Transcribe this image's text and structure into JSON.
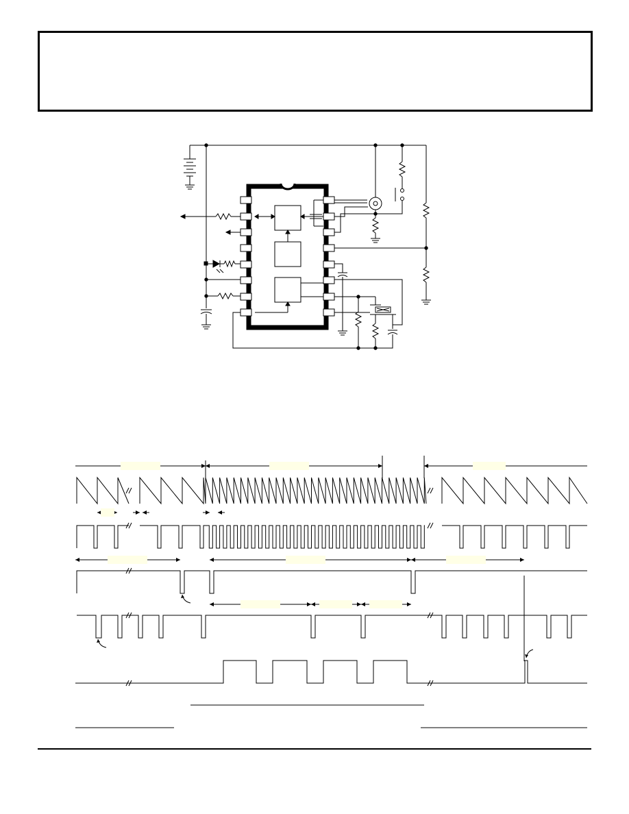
{
  "colors": {
    "ink": "#000000",
    "background": "#ffffff",
    "label_highlight": "#ffffe6"
  },
  "circuit": {
    "chip_pins_per_side": 8,
    "chip_blocks": 3
  },
  "timing": {
    "rows": [
      "sawtooth-oscillator",
      "oscillator-pulse",
      "pulse-train",
      "gated-pulse-train",
      "output-square-wave",
      "level-line-high",
      "level-line-low"
    ],
    "dimension_labels": [
      "",
      "",
      "",
      "",
      "",
      "",
      "",
      "",
      ""
    ]
  }
}
